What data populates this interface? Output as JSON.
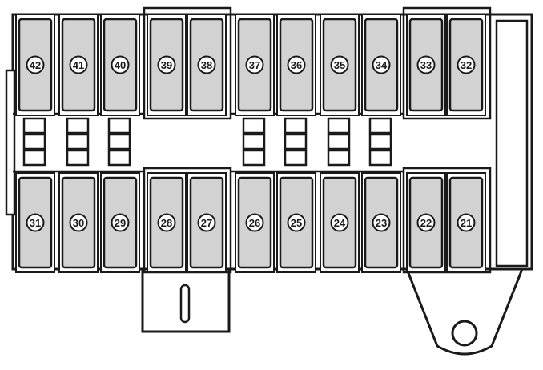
{
  "diagram": {
    "top_row": [
      {
        "id": "fuse-42",
        "label": "42"
      },
      {
        "id": "fuse-41",
        "label": "41"
      },
      {
        "id": "fuse-40",
        "label": "40"
      },
      {
        "id": "fuse-39",
        "label": "39"
      },
      {
        "id": "fuse-38",
        "label": "38"
      },
      {
        "id": "fuse-37",
        "label": "37"
      },
      {
        "id": "fuse-36",
        "label": "36"
      },
      {
        "id": "fuse-35",
        "label": "35"
      },
      {
        "id": "fuse-34",
        "label": "34"
      },
      {
        "id": "fuse-33",
        "label": "33"
      },
      {
        "id": "fuse-32",
        "label": "32"
      }
    ],
    "bottom_row": [
      {
        "id": "fuse-31",
        "label": "31"
      },
      {
        "id": "fuse-30",
        "label": "30"
      },
      {
        "id": "fuse-29",
        "label": "29"
      },
      {
        "id": "fuse-28",
        "label": "28"
      },
      {
        "id": "fuse-27",
        "label": "27"
      },
      {
        "id": "fuse-26",
        "label": "26"
      },
      {
        "id": "fuse-25",
        "label": "25"
      },
      {
        "id": "fuse-24",
        "label": "24"
      },
      {
        "id": "fuse-23",
        "label": "23"
      },
      {
        "id": "fuse-22",
        "label": "22"
      },
      {
        "id": "fuse-21",
        "label": "21"
      }
    ],
    "colors": {
      "outline": "#1a1a1a",
      "fuse_fill": "#d2d2d2",
      "body_fill": "#ffffff"
    }
  }
}
